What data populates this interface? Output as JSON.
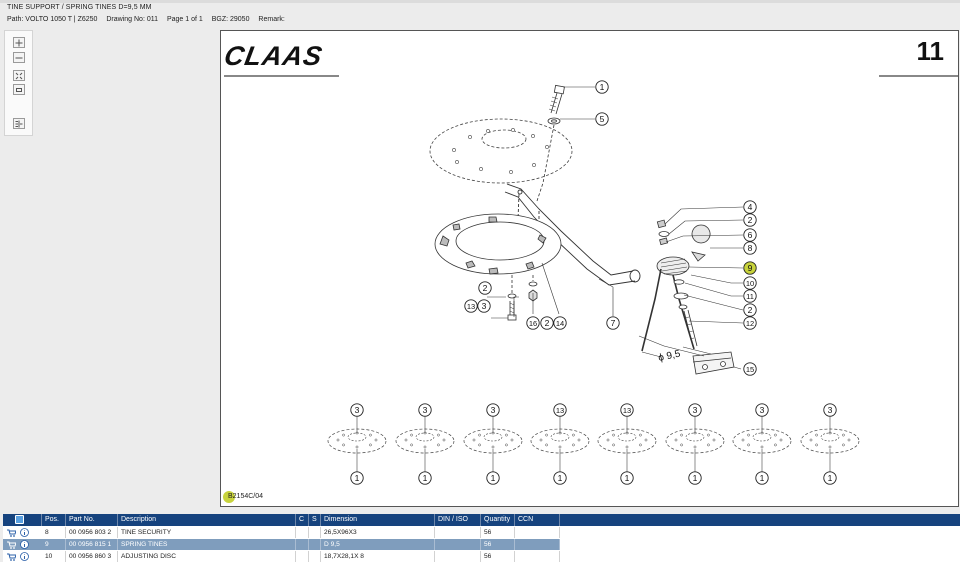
{
  "header": {
    "title": "TINE SUPPORT / SPRING TINES D=9,5 MM",
    "path": "Path: VOLTO 1050 T | Z6250",
    "drawing_no": "Drawing No: 011",
    "page": "Page 1 of 1",
    "bgz": "BGZ: 29050",
    "remark": "Remark:"
  },
  "toolbar": {
    "items": [
      {
        "name": "zoom-in-icon"
      },
      {
        "name": "zoom-out-icon"
      },
      {
        "name": "fit-page-icon"
      },
      {
        "name": "actual-size-icon"
      },
      {
        "name": "split-view-icon"
      }
    ]
  },
  "drawing": {
    "brand": "CLAAS",
    "page_number": "11",
    "reference": "B2154C/04",
    "dimension_label": "ϕ 9,5",
    "callouts": [
      "1",
      "5",
      "4",
      "2",
      "6",
      "8",
      "9",
      "10",
      "11",
      "2",
      "12",
      "15",
      "7",
      "14",
      "2",
      "16",
      "3",
      "13",
      "2"
    ],
    "row_top_labels": [
      "3",
      "3",
      "3",
      "13",
      "13",
      "3",
      "3",
      "3"
    ],
    "row_bottom_labels": [
      "1",
      "1",
      "1",
      "1",
      "1",
      "1",
      "1",
      "1"
    ],
    "highlight_color": "#c8d33c"
  },
  "table": {
    "columns": [
      "",
      "Pos.",
      "Part No.",
      "Description",
      "C",
      "S",
      "Dimension",
      "DIN / ISO",
      "Quantity",
      "CCN"
    ],
    "rows": [
      {
        "pos": "8",
        "part_no": "00 0956 803 2",
        "description": "TINE SECURITY",
        "c": "",
        "s": "",
        "dimension": "26,5X96X3",
        "din": "",
        "quantity": "56",
        "ccn": ""
      },
      {
        "pos": "9",
        "part_no": "00 0956 815 1",
        "description": "SPRING TINES",
        "c": "",
        "s": "",
        "dimension": "D 9,5",
        "din": "",
        "quantity": "56",
        "ccn": ""
      },
      {
        "pos": "10",
        "part_no": "00 0956 860 3",
        "description": "ADJUSTING DISC",
        "c": "",
        "s": "",
        "dimension": "18,7X28,1X 8",
        "din": "",
        "quantity": "56",
        "ccn": ""
      }
    ],
    "header_color": "#16437e",
    "selected_row_color": "#7f9dbd"
  }
}
